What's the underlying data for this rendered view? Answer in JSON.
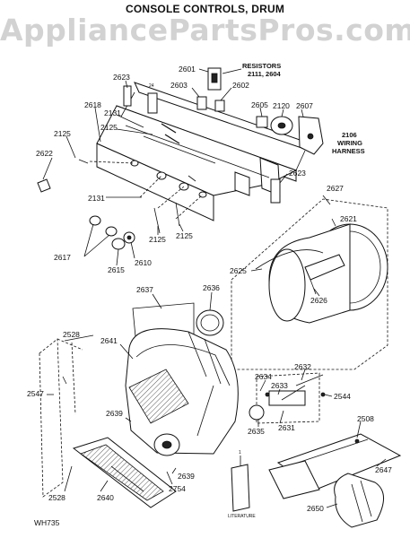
{
  "header": {
    "title": "CONSOLE CONTROLS, DRUM",
    "watermark": "AppliancePartsPros.com"
  },
  "callouts": {
    "p2601": "2601",
    "resistors": "RESISTORS",
    "resistors_nums": "2111, 2604",
    "p2623_top": "2623",
    "p24": "24",
    "p2603": "2603",
    "p2602": "2602",
    "p2618": "2618",
    "p2131_top": "2131",
    "p2125_top": "2125",
    "p2605": "2605",
    "p2120": "2120",
    "p2607": "2607",
    "p2125_left": "2125",
    "p2106": "2106",
    "wiring": "WIRING",
    "harness": "HARNESS",
    "p2622": "2622",
    "p2623_mid": "2623",
    "p2627": "2627",
    "p2131_mid": "2131",
    "p2621": "2621",
    "p2125_bot_a": "2125",
    "p2125_bot_b": "2125",
    "p2617": "2617",
    "p2615": "2615",
    "p2610": "2610",
    "p2625": "2625",
    "p2626": "2626",
    "p2637": "2637",
    "p2636": "2636",
    "p2528_top": "2528",
    "p2641": "2641",
    "p2547": "2547",
    "p2634": "2634",
    "p2632": "2632",
    "p2633": "2633",
    "p2639_a": "2639",
    "p2544": "2544",
    "p2635": "2635",
    "p2631": "2631",
    "p2508": "2508",
    "p2647": "2647",
    "p2639_b": "2639",
    "p2754": "2754",
    "p2528_bot": "2528",
    "p2640": "2640",
    "p2650": "2650",
    "literature_num": "1",
    "literature": "LITERATURE",
    "model_code": "WH735"
  }
}
